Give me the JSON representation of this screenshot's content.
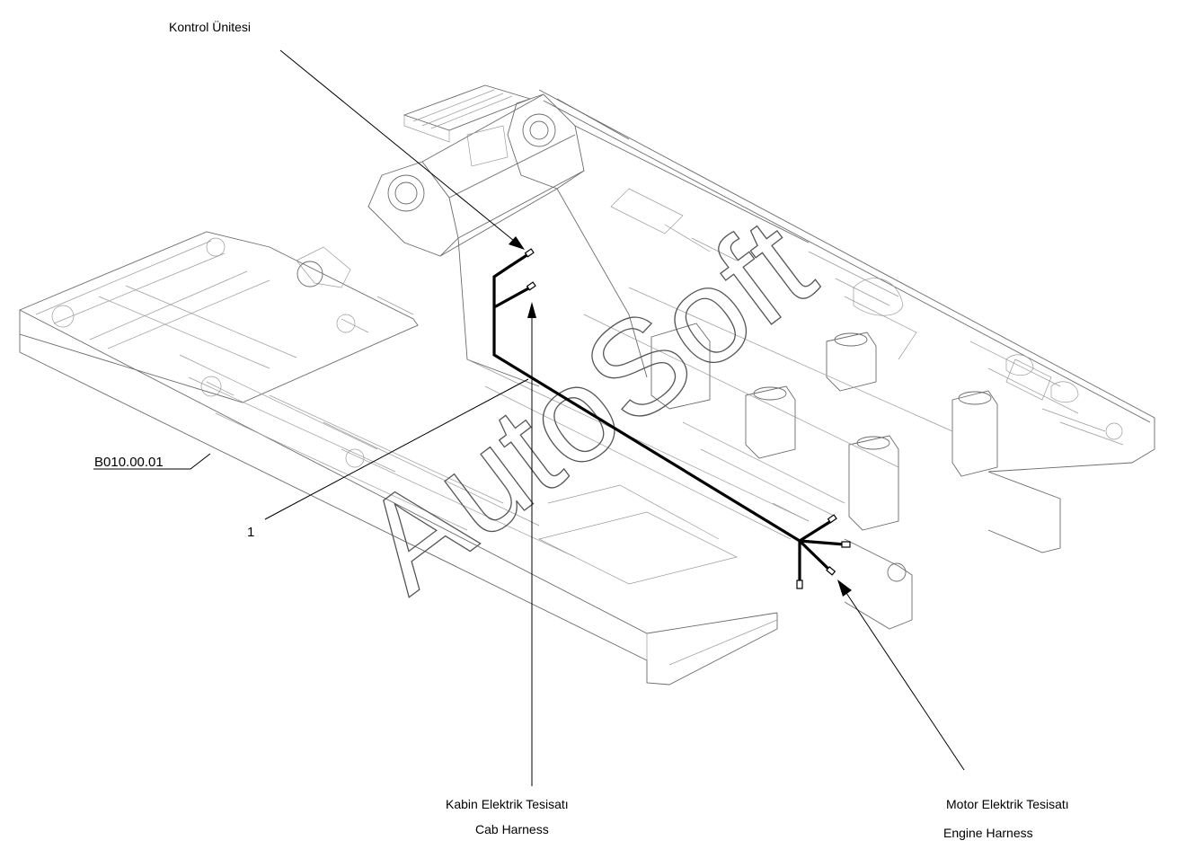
{
  "labels": {
    "control_unit": "Kontrol Ünitesi",
    "part_number": "B010.00.01",
    "item_number": "1",
    "cab_harness_tr": "Kabin Elektrik Tesisatı",
    "cab_harness_en": "Cab Harness",
    "engine_harness_tr": "Motor Elektrik Tesisatı",
    "engine_harness_en": "Engine Harness"
  },
  "watermark": "AutoSoft",
  "colors": {
    "line_art": "#6b6b6b",
    "harness": "#000000",
    "background": "#ffffff"
  }
}
